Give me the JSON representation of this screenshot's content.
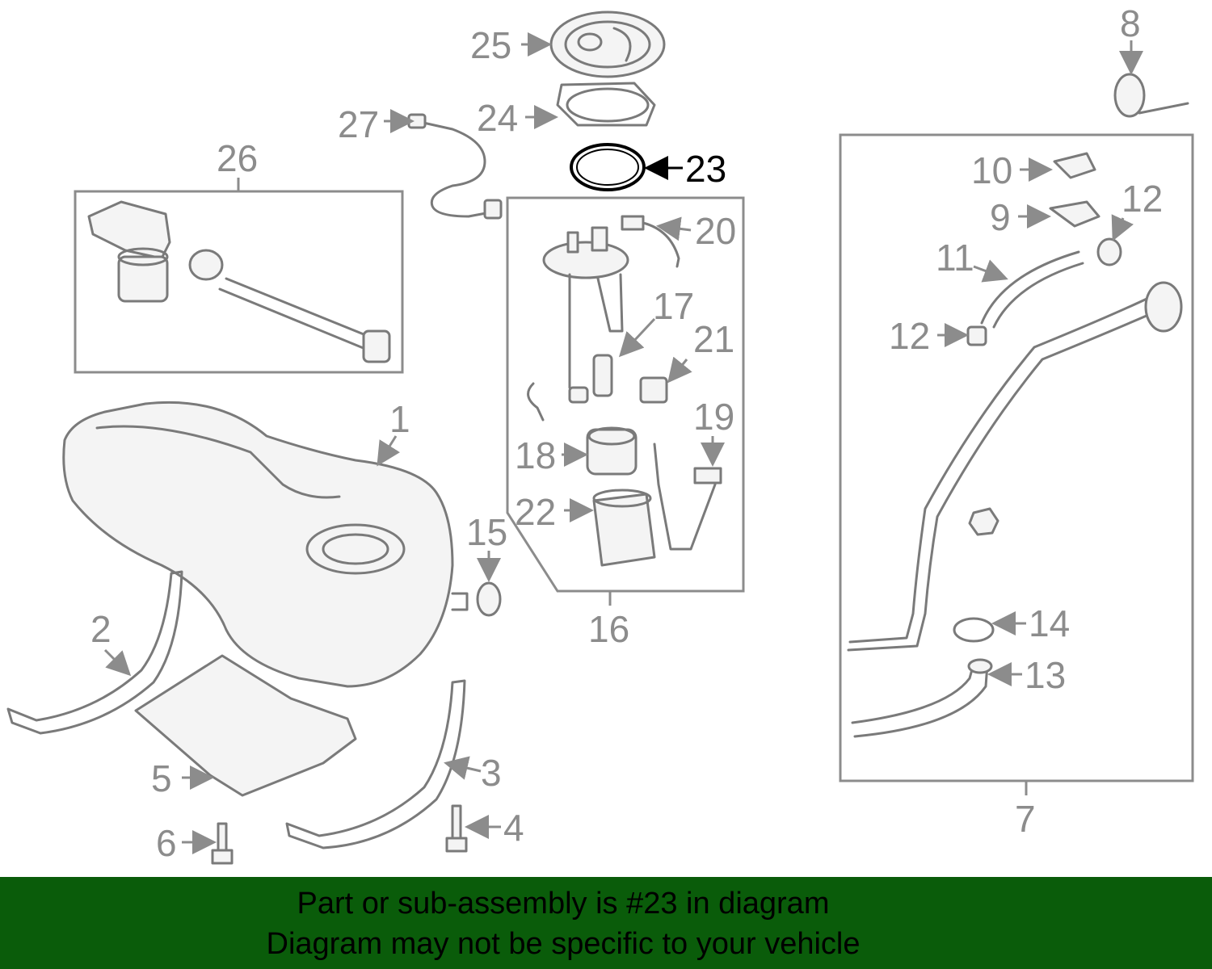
{
  "colors": {
    "footer_bg": "#0a5c0a",
    "label": "#8c8c8c",
    "highlight": "#000000"
  },
  "callouts": {
    "c1": "1",
    "c2": "2",
    "c3": "3",
    "c4": "4",
    "c5": "5",
    "c6": "6",
    "c7": "7",
    "c8": "8",
    "c9": "9",
    "c10": "10",
    "c11": "11",
    "c12a": "12",
    "c12b": "12",
    "c13": "13",
    "c14": "14",
    "c15": "15",
    "c16": "16",
    "c17": "17",
    "c18": "18",
    "c19": "19",
    "c20": "20",
    "c21": "21",
    "c22": "22",
    "c23": "23",
    "c24": "24",
    "c25": "25",
    "c26": "26",
    "c27": "27"
  },
  "highlighted_part": "23",
  "footer": {
    "line1": "Part or sub-assembly is #23 in diagram",
    "line2": "Diagram may not be specific to your vehicle"
  }
}
